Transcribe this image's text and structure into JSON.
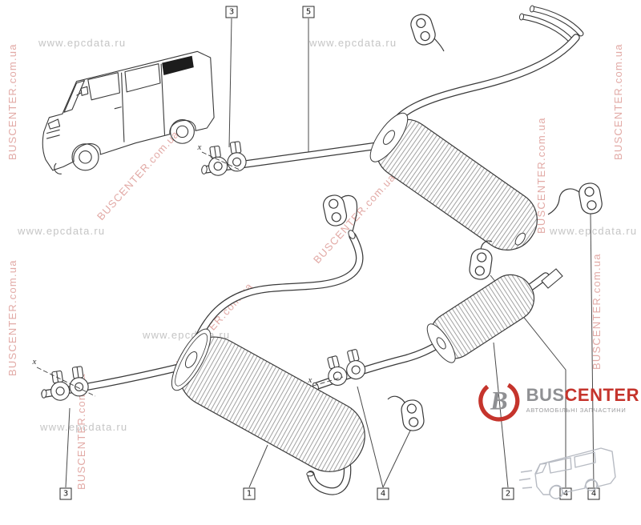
{
  "page": {
    "background": "#ffffff"
  },
  "watermarks": {
    "red_text": "BUSCENTER.com.ua",
    "gray_text": "www.epcdata.ru",
    "red_color": "#e2aaa6",
    "gray_color": "#c5c5c5"
  },
  "callouts": {
    "top": [
      {
        "label": "3"
      },
      {
        "label": "5"
      }
    ],
    "bottom": [
      {
        "label": "3"
      },
      {
        "label": "1"
      },
      {
        "label": "4"
      },
      {
        "label": "2"
      },
      {
        "label": "4"
      },
      {
        "label": "4"
      }
    ],
    "dimension_marker": "x"
  },
  "logo": {
    "mark_letter": "B",
    "brand_part1": "BUS",
    "brand_part2": "CENTER",
    "subtitle": "АВТОМОБІЛЬНІ ЗАПЧАСТИНИ",
    "accent_color": "#c5342c",
    "gray_color": "#8f9093"
  }
}
